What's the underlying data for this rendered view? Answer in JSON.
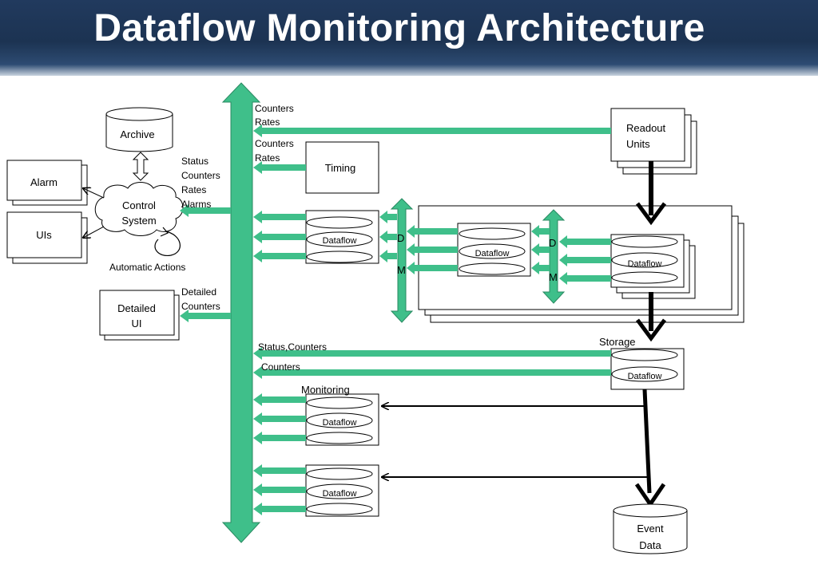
{
  "slide": {
    "title": "Dataflow Monitoring Architecture"
  },
  "colors": {
    "header": "#1c3352",
    "bus": "#3fbf8a",
    "title_text": "#ffffff"
  },
  "nodes": {
    "archive": "Archive",
    "alarm": "Alarm",
    "uis": "UIs",
    "control_system_line1": "Control",
    "control_system_line2": "System",
    "automatic_actions": "Automatic Actions",
    "detailed_ui_line1": "Detailed",
    "detailed_ui_line2": "UI",
    "timing": "Timing",
    "readout_units_line1": "Readout",
    "readout_units_line2": "Units",
    "storage": "Storage",
    "monitoring": "Monitoring",
    "event_data_line1": "Event",
    "event_data_line2": "Data",
    "dataflow": "Dataflow",
    "dcm_d": "D",
    "dcm_m": "M"
  },
  "labels": {
    "status": "Status",
    "counters": "Counters",
    "rates": "Rates",
    "alarms": "Alarms",
    "detailed": "Detailed",
    "status_counters": "Status,Counters"
  }
}
